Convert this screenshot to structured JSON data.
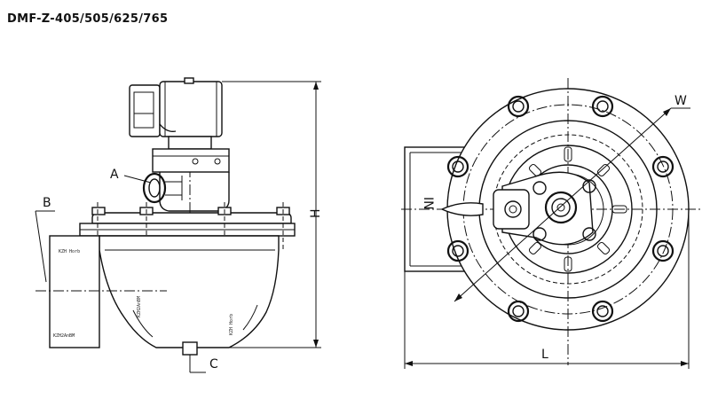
{
  "title": "DMF-Z-405/505/625/765",
  "labels": {
    "a": "A",
    "b": "B",
    "c": "C",
    "h": "H",
    "w": "W",
    "l": "L",
    "in": "IN"
  }
}
